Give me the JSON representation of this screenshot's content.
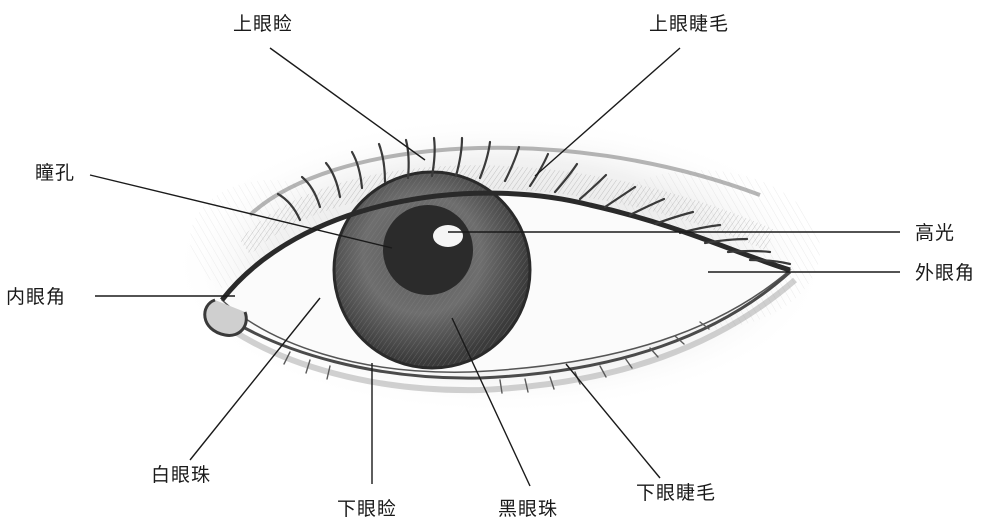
{
  "labels": {
    "upper_eyelid": "上眼睑",
    "upper_eyelashes": "上眼睫毛",
    "pupil": "瞳孔",
    "highlight": "高光",
    "inner_corner": "内眼角",
    "outer_corner": "外眼角",
    "white_of_eye": "白眼珠",
    "lower_eyelid": "下眼睑",
    "iris": "黑眼珠",
    "lower_eyelashes": "下眼睫毛"
  }
}
